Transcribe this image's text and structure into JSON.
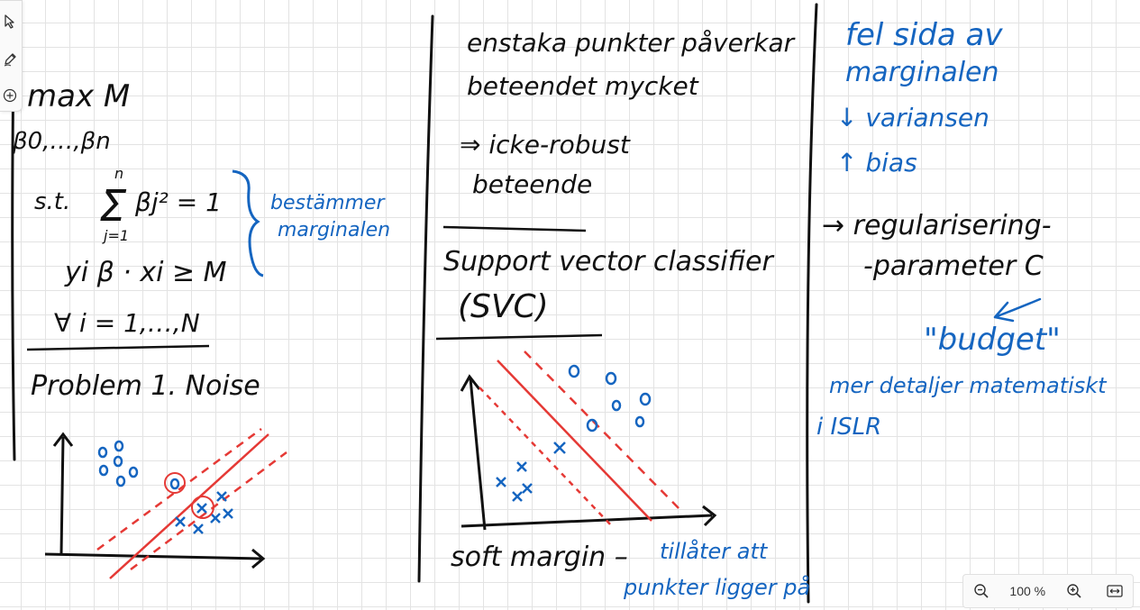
{
  "zoom": {
    "level": "100 %"
  },
  "tools": [
    {
      "name": "select",
      "icon": "pointer-icon"
    },
    {
      "name": "pen",
      "icon": "pen-icon"
    },
    {
      "name": "add",
      "icon": "plus-circle-icon"
    }
  ],
  "left_column": {
    "objective": "max M",
    "params": "β0,…,βn",
    "st_label": "s.t.",
    "sum_sup": "n",
    "sum_sub": "j=1",
    "constraint1": "βj² = 1",
    "constraint2": "yi β · xi ≥ M",
    "forall": "∀ i = 1,…,N",
    "brace_note_1": "bestämmer",
    "brace_note_2": "marginalen",
    "problem_title": "Problem 1. Noise"
  },
  "middle_column": {
    "line1": "enstaka punkter påverkar",
    "line2": "beteendet mycket",
    "line3": "⇒ icke-robust",
    "line4": "beteende",
    "svc_title": "Support vector classifier",
    "svc_abbrev": "(SVC)",
    "soft_margin": "soft margin –",
    "soft_note_1": "tillåter att",
    "soft_note_2": "punkter ligger på"
  },
  "right_column": {
    "line1": "fel sida av",
    "line2": "marginalen",
    "line3": "↓ variansen",
    "line4": "↑ bias",
    "reg1": "→ regularisering-",
    "reg2": "-parameter C",
    "budget": "\"budget\"",
    "details1": "mer detaljer matematiskt",
    "details2": "i ISLR"
  }
}
